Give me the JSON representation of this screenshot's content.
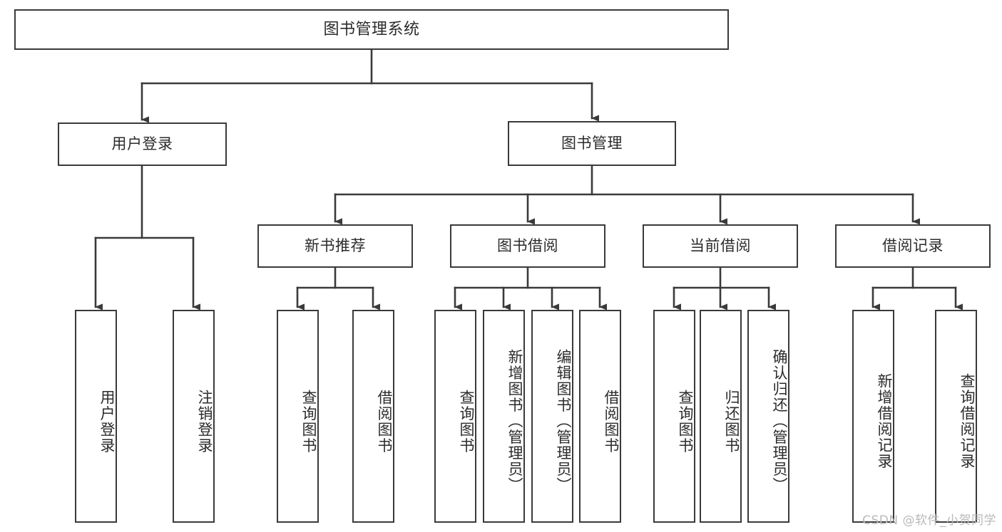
{
  "diagram": {
    "type": "tree-hierarchy",
    "title": "图书管理系统",
    "root": {
      "id": "root",
      "label": "图书管理系统",
      "orientation": "horizontal"
    },
    "level2": [
      {
        "id": "user-login",
        "label": "用户登录",
        "orientation": "horizontal"
      },
      {
        "id": "book-manage",
        "label": "图书管理",
        "orientation": "horizontal"
      }
    ],
    "level3": [
      {
        "id": "new-book-recommend",
        "label": "新书推荐",
        "parent": "book-manage",
        "orientation": "horizontal"
      },
      {
        "id": "book-borrow",
        "label": "图书借阅",
        "parent": "book-manage",
        "orientation": "horizontal"
      },
      {
        "id": "current-borrow",
        "label": "当前借阅",
        "parent": "book-manage",
        "orientation": "horizontal"
      },
      {
        "id": "borrow-record",
        "label": "借阅记录",
        "parent": "book-manage",
        "orientation": "horizontal"
      }
    ],
    "leaves": [
      {
        "id": "leaf-user-login",
        "label": "用户登录",
        "parent": "user-login",
        "orientation": "vertical"
      },
      {
        "id": "leaf-logout-login",
        "label": "注销登录",
        "parent": "user-login",
        "orientation": "vertical"
      },
      {
        "id": "leaf-query-book-1",
        "label": "查询图书",
        "parent": "new-book-recommend",
        "orientation": "vertical"
      },
      {
        "id": "leaf-borrow-book-1",
        "label": "借阅图书",
        "parent": "new-book-recommend",
        "orientation": "vertical"
      },
      {
        "id": "leaf-query-book-2",
        "label": "查询图书",
        "parent": "book-borrow",
        "orientation": "vertical"
      },
      {
        "id": "leaf-add-book",
        "label": "新增图书（管理员）",
        "parent": "book-borrow",
        "orientation": "vertical"
      },
      {
        "id": "leaf-edit-book",
        "label": "编辑图书（管理员）",
        "parent": "book-borrow",
        "orientation": "vertical"
      },
      {
        "id": "leaf-borrow-book-2",
        "label": "借阅图书",
        "parent": "book-borrow",
        "orientation": "vertical"
      },
      {
        "id": "leaf-query-book-3",
        "label": "查询图书",
        "parent": "current-borrow",
        "orientation": "vertical"
      },
      {
        "id": "leaf-return-book",
        "label": "归还图书",
        "parent": "current-borrow",
        "orientation": "vertical"
      },
      {
        "id": "leaf-confirm-return",
        "label": "确认归还（管理员）",
        "parent": "current-borrow",
        "orientation": "vertical"
      },
      {
        "id": "leaf-add-record",
        "label": "新增借阅记录",
        "parent": "borrow-record",
        "orientation": "vertical"
      },
      {
        "id": "leaf-query-record",
        "label": "查询借阅记录",
        "parent": "borrow-record",
        "orientation": "vertical"
      }
    ],
    "colors": {
      "box_border": "#3a3a3a",
      "box_fill": "#ffffff",
      "connector": "#3a3a3a",
      "text": "#2b2b2b",
      "watermark": "#b9b9b9",
      "background": "#ffffff"
    }
  },
  "watermark": {
    "text": "CSDN @软件_小贺同学"
  }
}
